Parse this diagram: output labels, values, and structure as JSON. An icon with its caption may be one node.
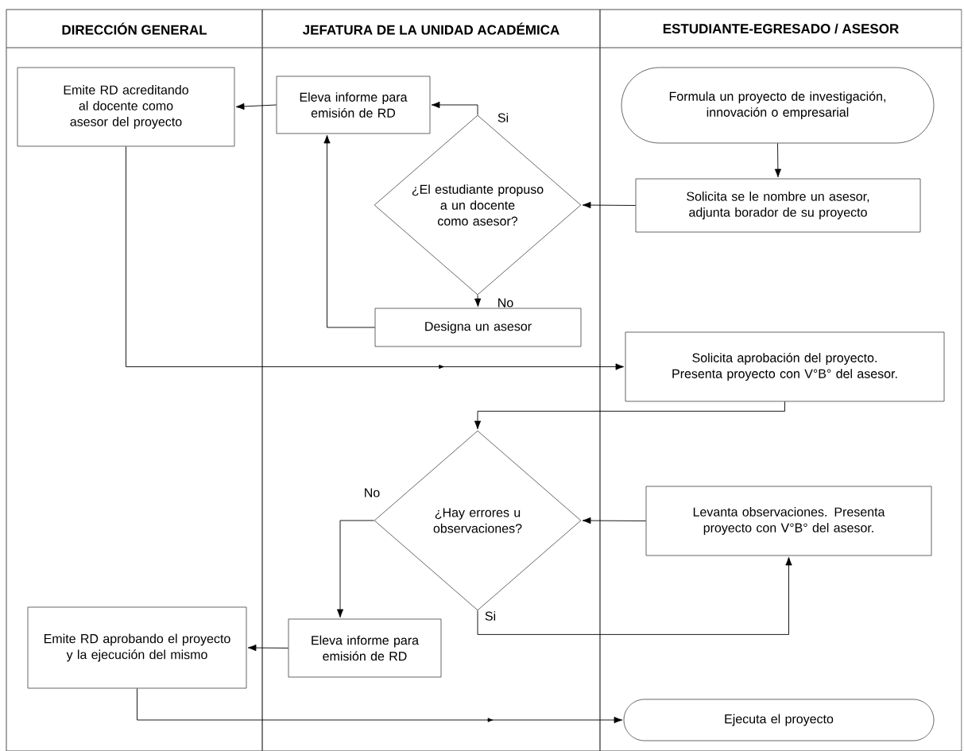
{
  "diagram": {
    "nodes": [
      {
        "text": [
          "DIRECCIÓN GENERAL"
        ]
      },
      {
        "text": [
          "JEFATURA DE LA UNIDAD ACADÉMICA"
        ]
      },
      {
        "text": [
          "ESTUDIANTE-EGRESADO / ASESOR"
        ]
      },
      {
        "text": [
          "Formula un proyecto de investigación, innovación o empresarial"
        ],
        "in": 2
      },
      {
        "text": [
          "Solicita se le nombre un asesor, adjunta  borador de su proyecto"
        ],
        "in": 2
      },
      {
        "text": [
          "¿El estudiante propuso a un docente como asesor?"
        ],
        "in": 1
      },
      {
        "text": [
          "Eleva informe para emisión de RD"
        ],
        "in": 1
      },
      {
        "text": [
          "Emite RD acreditando al docente como asesor del proyecto"
        ],
        "in": 0
      },
      {
        "text": [
          "Designa un asesor"
        ],
        "in": 1
      },
      {
        "text": [
          "Solicita aprobación del proyecto. Presenta proyecto con V°B° del asesor."
        ],
        "in": 2
      },
      {
        "text": [
          "¿Hay errores u observaciones?"
        ],
        "in": 1
      },
      {
        "text": [
          "Levanta observaciones. Presenta proyecto con V°B° del asesor."
        ],
        "in": 2
      },
      {
        "text": [
          "Eleva informe para emisión de RD"
        ],
        "in": 1
      },
      {
        "text": [
          "Emite RD aprobando el proyecto y la ejecución del mismo"
        ],
        "in": 0
      },
      {
        "text": [
          "Ejecuta el proyecto"
        ],
        "in": 2
      }
    ],
    "edges": [
      {
        "from": 3,
        "to": 4,
        "arrow": "to"
      },
      {
        "from": 4,
        "to": 5,
        "arrow": "to"
      },
      {
        "from": 5,
        "to": 6,
        "arrow": "to",
        "label": "Si"
      },
      {
        "from": 5,
        "to": 8,
        "arrow": "to",
        "label": "No"
      },
      {
        "from": 8,
        "to": 6,
        "arrow": "to"
      },
      {
        "from": 6,
        "to": 7,
        "arrow": "to"
      },
      {
        "from": 7,
        "to": 9,
        "arrow": "to"
      },
      {
        "from": 9,
        "to": 10,
        "arrow": "to"
      },
      {
        "from": 11,
        "to": 10,
        "arrow": "to"
      },
      {
        "from": 10,
        "to": 12,
        "arrow": "to",
        "label": "No"
      },
      {
        "from": 10,
        "to": 11,
        "arrow": "to",
        "label": "Si"
      },
      {
        "from": 12,
        "to": 13,
        "arrow": "to"
      },
      {
        "from": 13,
        "to": 14,
        "arrow": "to"
      }
    ]
  }
}
